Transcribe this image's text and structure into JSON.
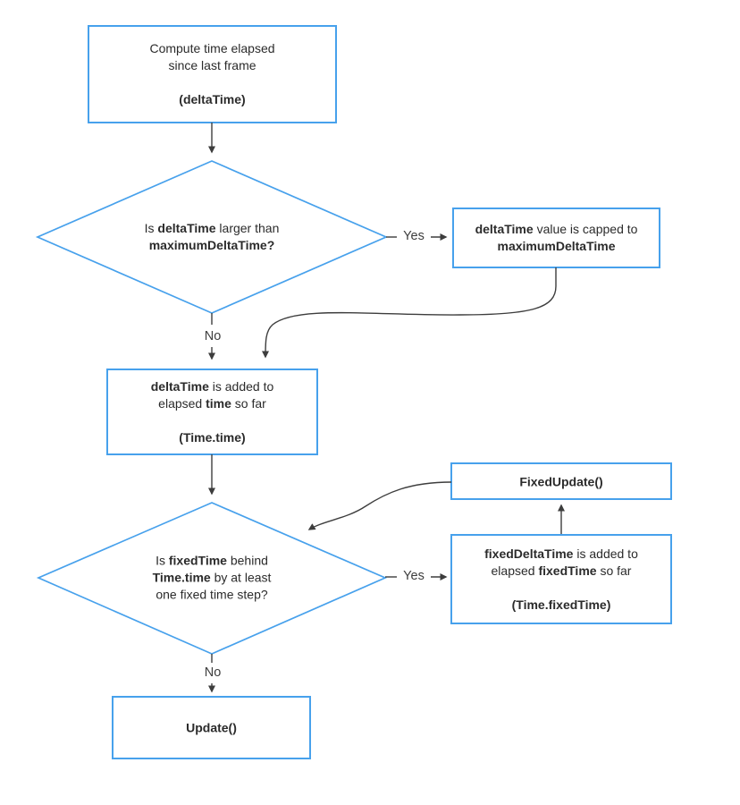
{
  "colors": {
    "node_border": "#47a1ec",
    "connector": "#3d3d3d",
    "text": "#2b2b2b",
    "background": "#ffffff"
  },
  "edge_labels": {
    "yes_cap": "Yes",
    "no_cap": "No",
    "yes_fixed": "Yes",
    "no_fixed": "No"
  },
  "nodes": {
    "compute_delta_time": {
      "lines": [
        [
          {
            "t": "Compute time elapsed",
            "b": false
          }
        ],
        [
          {
            "t": "since last frame",
            "b": false
          }
        ],
        [],
        [
          {
            "t": "(",
            "b": true
          },
          {
            "t": "deltaTime",
            "b": true
          },
          {
            "t": ")",
            "b": true
          }
        ]
      ]
    },
    "decision_max_delta": {
      "lines": [
        [
          {
            "t": "Is ",
            "b": false
          },
          {
            "t": "deltaTime",
            "b": true
          },
          {
            "t": " larger than",
            "b": false
          }
        ],
        [
          {
            "t": "maximumDeltaTime?",
            "b": true
          }
        ]
      ]
    },
    "cap_delta_time": {
      "lines": [
        [
          {
            "t": "deltaTime",
            "b": true
          },
          {
            "t": " value is capped to",
            "b": false
          }
        ],
        [
          {
            "t": "maximumDeltaTime",
            "b": true
          }
        ]
      ]
    },
    "add_delta_to_time": {
      "lines": [
        [
          {
            "t": "deltaTime",
            "b": true
          },
          {
            "t": " is added to",
            "b": false
          }
        ],
        [
          {
            "t": "elapsed ",
            "b": false
          },
          {
            "t": "time",
            "b": true
          },
          {
            "t": " so far",
            "b": false
          }
        ],
        [],
        [
          {
            "t": "(",
            "b": true
          },
          {
            "t": "Time.time",
            "b": true
          },
          {
            "t": ")",
            "b": true
          }
        ]
      ]
    },
    "decision_fixed_time": {
      "lines": [
        [
          {
            "t": "Is ",
            "b": false
          },
          {
            "t": "fixedTime",
            "b": true
          },
          {
            "t": " behind",
            "b": false
          }
        ],
        [
          {
            "t": "Time.time",
            "b": true
          },
          {
            "t": " by at least",
            "b": false
          }
        ],
        [
          {
            "t": "one fixed time step?",
            "b": false
          }
        ]
      ]
    },
    "fixed_update": {
      "lines": [
        [
          {
            "t": "FixedUpdate()",
            "b": true
          }
        ]
      ]
    },
    "add_fixed_delta": {
      "lines": [
        [
          {
            "t": "fixedDeltaTime",
            "b": true
          },
          {
            "t": " is added to",
            "b": false
          }
        ],
        [
          {
            "t": "elapsed ",
            "b": false
          },
          {
            "t": "fixedTime",
            "b": true
          },
          {
            "t": " so far",
            "b": false
          }
        ],
        [],
        [
          {
            "t": "(",
            "b": true
          },
          {
            "t": "Time.fixedTime",
            "b": true
          },
          {
            "t": ")",
            "b": true
          }
        ]
      ]
    },
    "update": {
      "lines": [
        [
          {
            "t": "Update()",
            "b": true
          }
        ]
      ]
    }
  }
}
